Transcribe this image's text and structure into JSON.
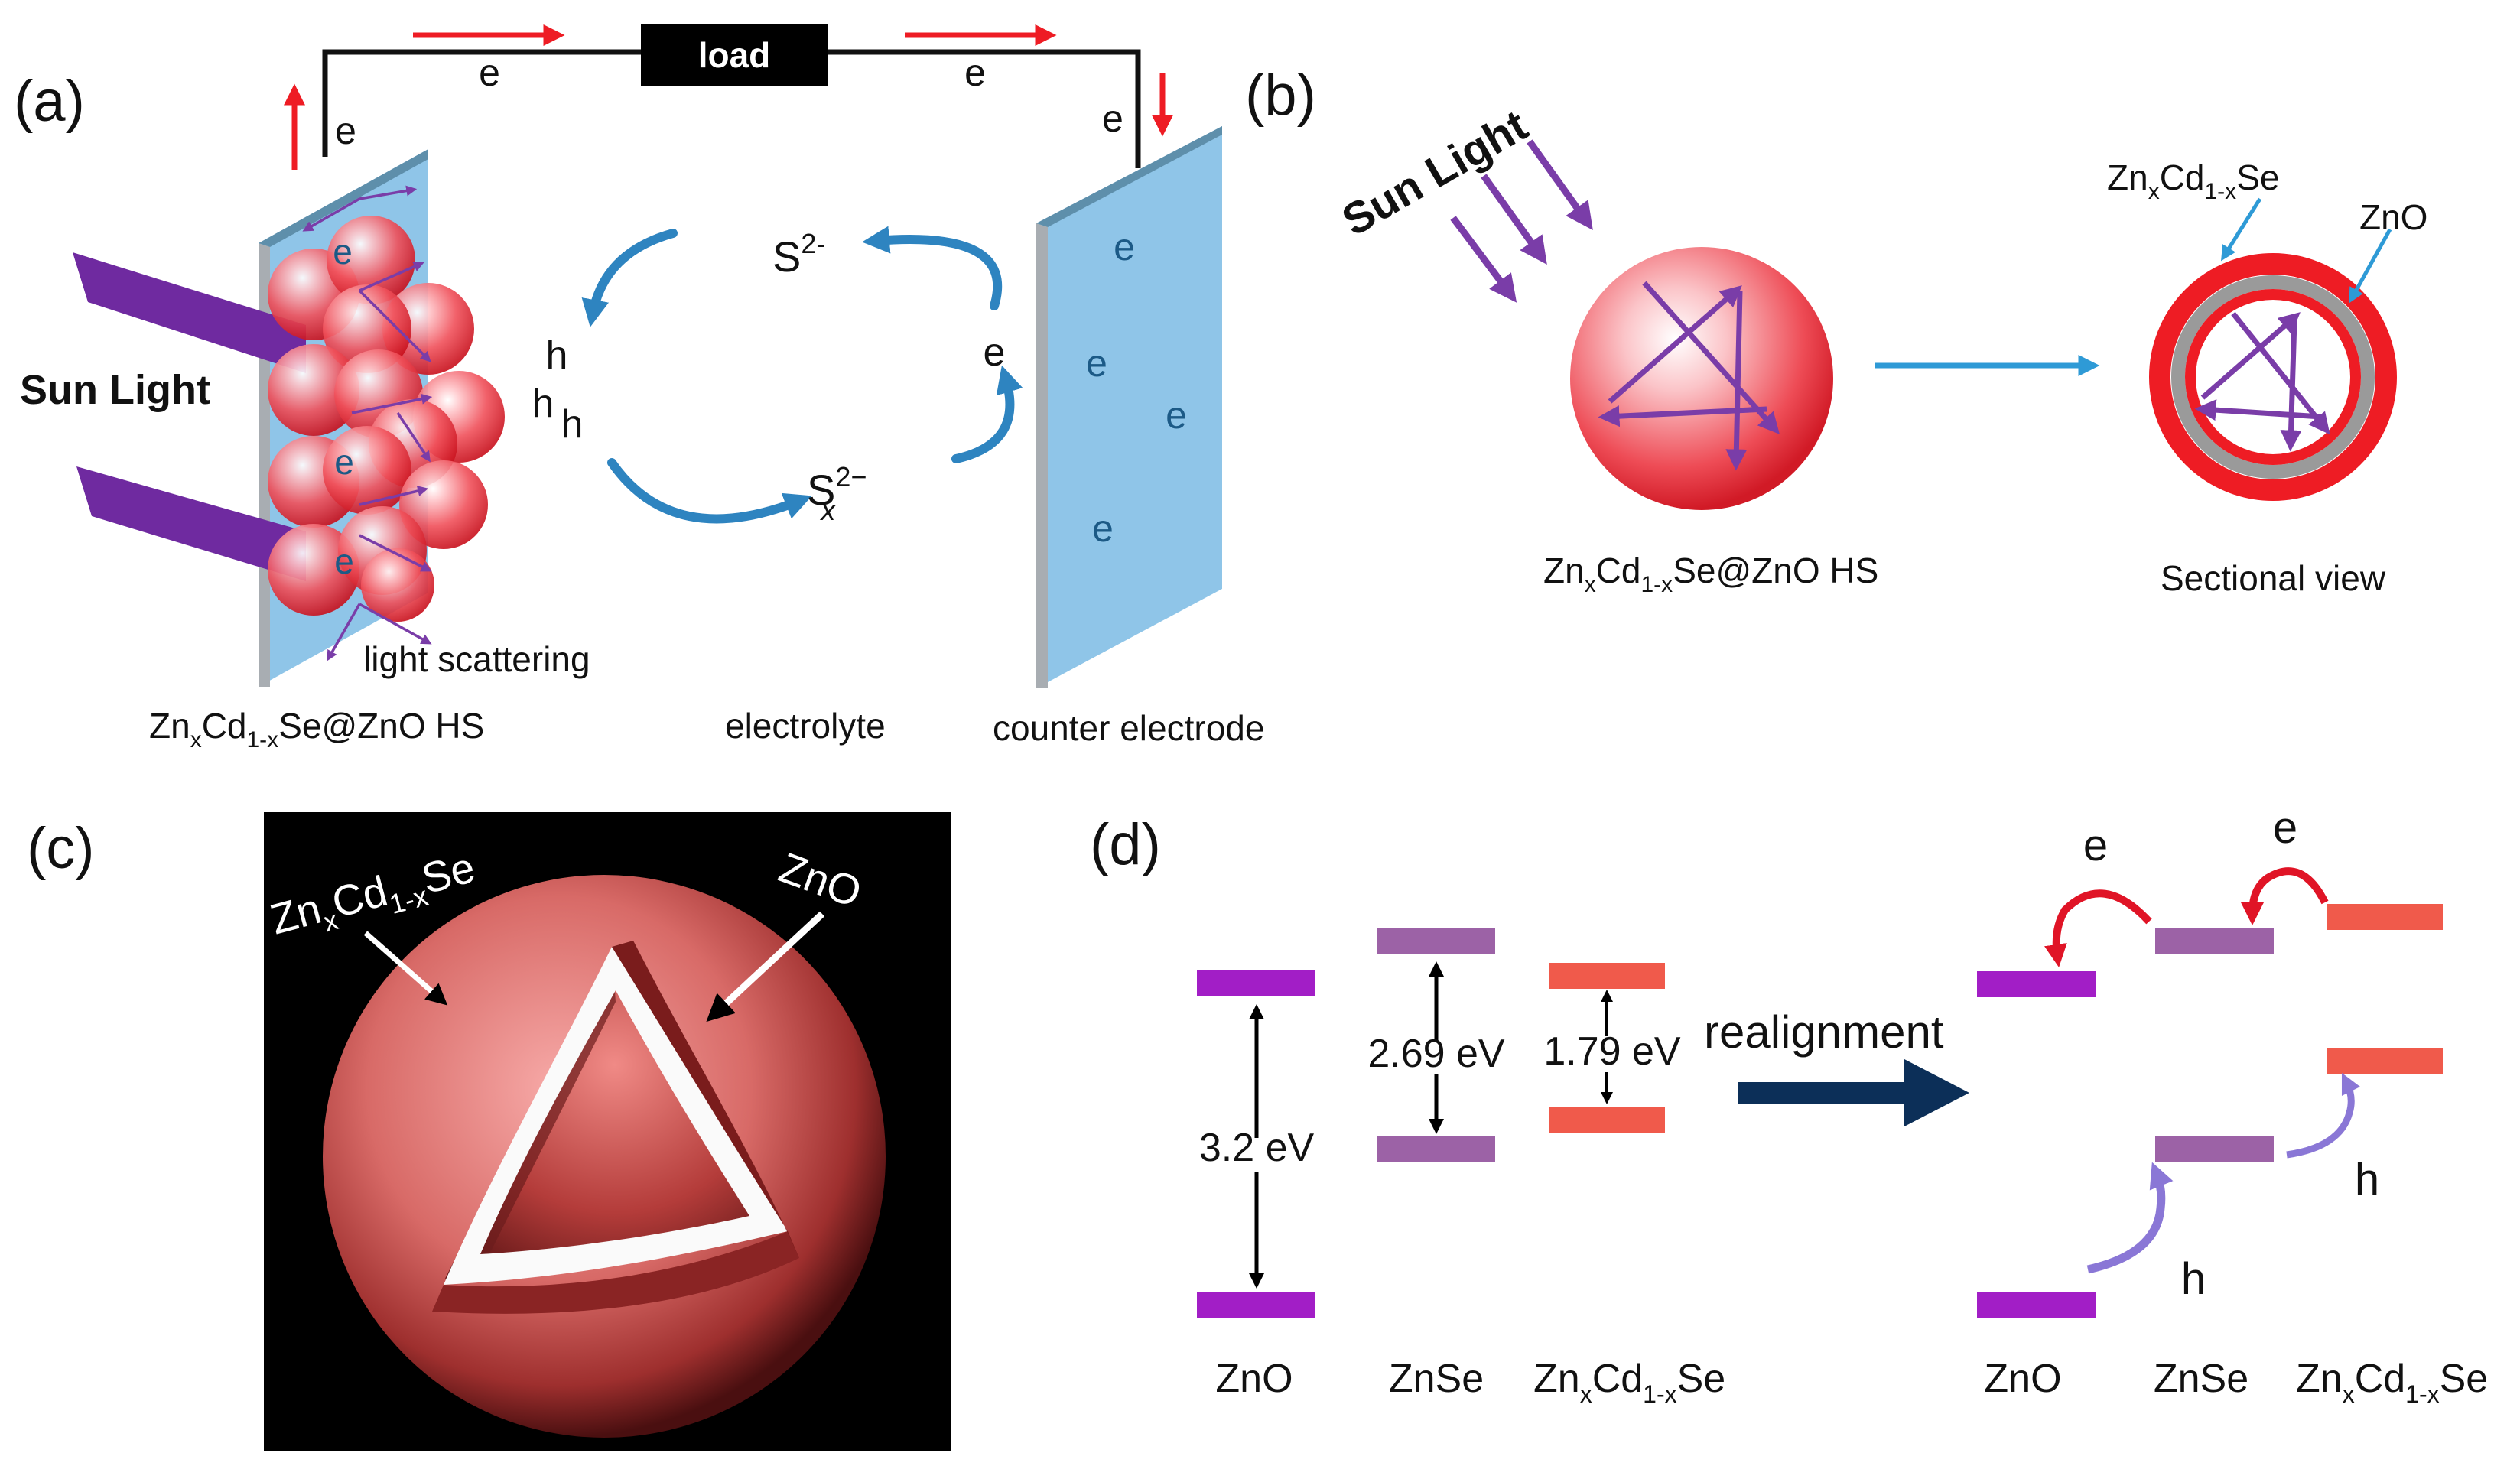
{
  "panels": {
    "a": {
      "tag": "(a)",
      "load": "load",
      "electron": "e",
      "hole": "h",
      "sun_light": "Sun Light",
      "s2": "S",
      "s2_sup": "2-",
      "sx": "S",
      "sx_sup": "2−",
      "sx_sub": "x",
      "light_scattering": "light scattering",
      "hs_label": {
        "p1": "Zn",
        "s1": "x",
        "p2": "Cd",
        "s2": "1-x",
        "p3": "Se@ZnO HS"
      },
      "electrolyte": "electrolyte",
      "counter_electrode": "counter electrode"
    },
    "b": {
      "tag": "(b)",
      "sun_light": "Sun Light",
      "shell_label": {
        "p1": "Zn",
        "s1": "x",
        "p2": "Cd",
        "s2": "1-x",
        "p3": "Se"
      },
      "core_label": "ZnO",
      "hs_label": {
        "p1": "Zn",
        "s1": "x",
        "p2": "Cd",
        "s2": "1-x",
        "p3": "Se@ZnO HS"
      },
      "sectional_view": "Sectional view"
    },
    "c": {
      "tag": "(c)",
      "shell_label": {
        "p1": "Zn",
        "s1": "x",
        "p2": "Cd",
        "s2": "1-x",
        "p3": "Se"
      },
      "core_label": "ZnO"
    },
    "d": {
      "tag": "(d)",
      "gaps": [
        "3.2 eV",
        "2.69 eV",
        "1.79 eV"
      ],
      "realignment": "realignment",
      "materials": [
        "ZnO",
        "ZnSe"
      ],
      "alloy_label": {
        "p1": "Zn",
        "s1": "x",
        "p2": "Cd",
        "s2": "1-x",
        "p3": "Se"
      },
      "electron": "e",
      "hole": "h"
    }
  },
  "colors": {
    "arrow_red": "#ee1c24",
    "purple": "#7a3da8",
    "electrode_blue": "#8fc5e8",
    "cycle_blue": "#2e84c0",
    "band_purple": "#a21ec6",
    "band_mauve": "#9c62a6",
    "band_salmon": "#f05a4b",
    "dark_navy": "#0c2f58",
    "hole_lavender": "#8a77d6"
  }
}
